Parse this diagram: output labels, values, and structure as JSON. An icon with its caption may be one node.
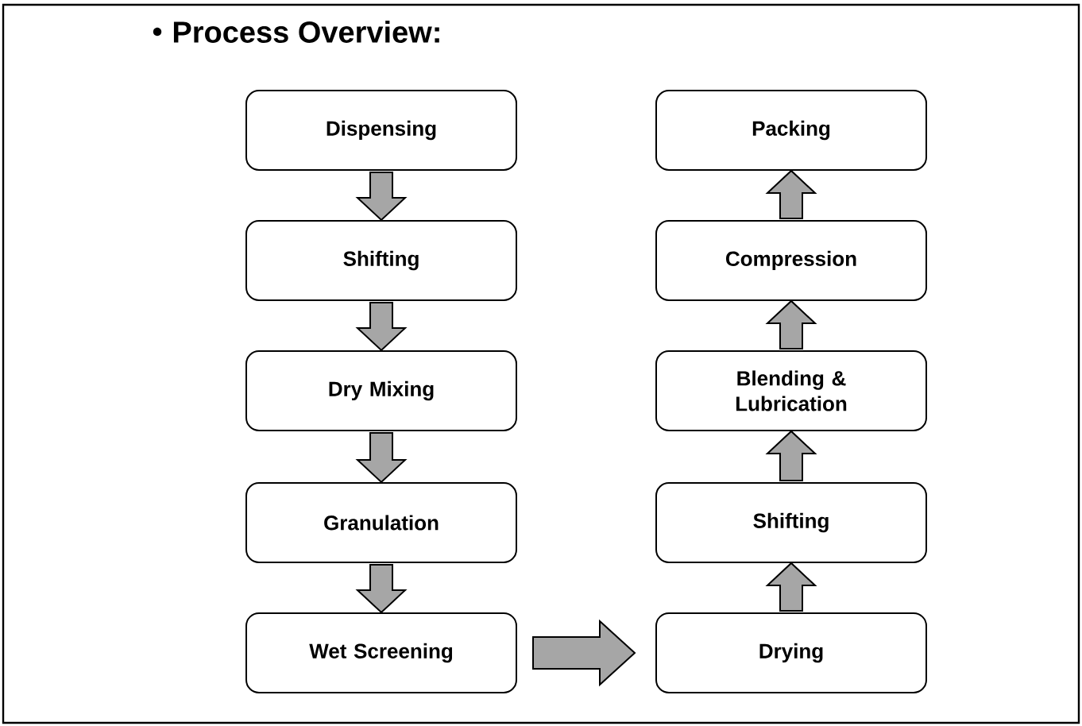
{
  "diagram": {
    "title": "Process Overview:",
    "nodes": [
      {
        "text": [
          "Dispensing"
        ]
      },
      {
        "text": [
          "Shifting"
        ]
      },
      {
        "text": [
          "Dry Mixing"
        ]
      },
      {
        "text": [
          "Granulation"
        ]
      },
      {
        "text": [
          "Wet Screening"
        ]
      },
      {
        "text": [
          "Packing"
        ]
      },
      {
        "text": [
          "Compression"
        ]
      },
      {
        "text": [
          "Blending & Lubrication"
        ]
      },
      {
        "text": [
          "Shifting"
        ]
      },
      {
        "text": [
          "Drying"
        ]
      }
    ],
    "edges": [
      {
        "from": 0,
        "to": 1,
        "arrow": "to"
      },
      {
        "from": 1,
        "to": 2,
        "arrow": "to"
      },
      {
        "from": 2,
        "to": 3,
        "arrow": "to"
      },
      {
        "from": 3,
        "to": 4,
        "arrow": "to"
      },
      {
        "from": 4,
        "to": 9,
        "arrow": "to"
      },
      {
        "from": 9,
        "to": 8,
        "arrow": "to"
      },
      {
        "from": 8,
        "to": 7,
        "arrow": "to"
      },
      {
        "from": 7,
        "to": 6,
        "arrow": "to"
      },
      {
        "from": 6,
        "to": 5,
        "arrow": "to"
      }
    ]
  }
}
